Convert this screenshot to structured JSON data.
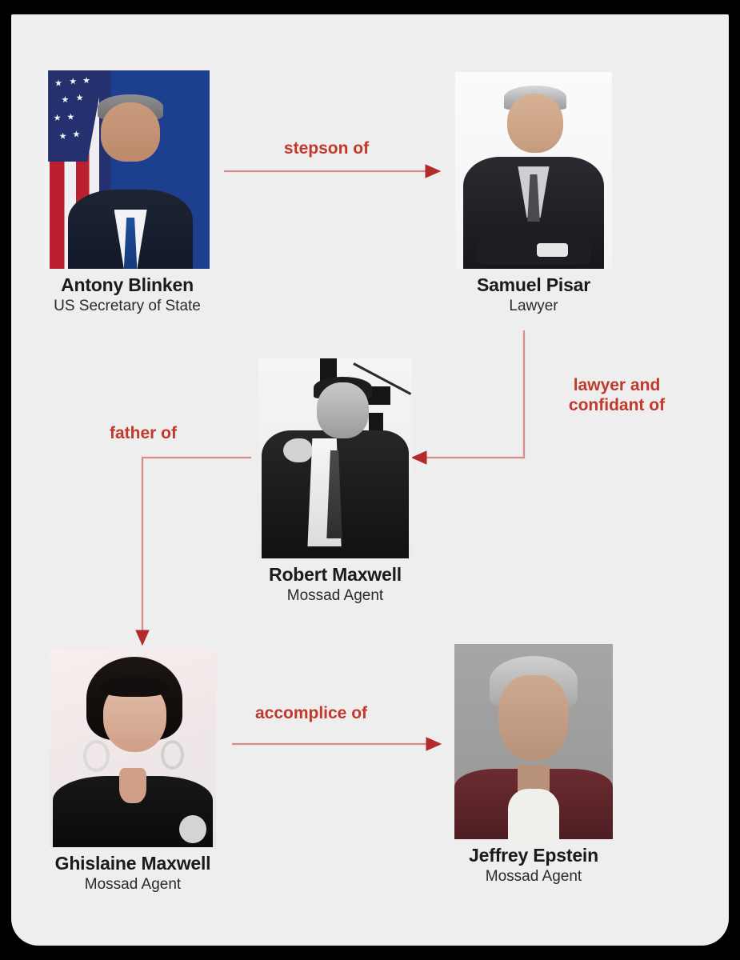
{
  "diagram": {
    "title": "Relationship chart",
    "background_color": "#eeeeee",
    "frame_color": "#000000",
    "accent_color": "#c0392b",
    "edge_line_color": "#d98b8b"
  },
  "nodes": [
    {
      "id": "blinken",
      "name": "Antony Blinken",
      "role": "US Secretary of State",
      "photo_alt": "antony-blinken-portrait"
    },
    {
      "id": "pisar",
      "name": "Samuel Pisar",
      "role": "Lawyer",
      "photo_alt": "samuel-pisar-portrait"
    },
    {
      "id": "robert_maxwell",
      "name": "Robert Maxwell",
      "role": "Mossad Agent",
      "photo_alt": "robert-maxwell-portrait"
    },
    {
      "id": "ghislaine",
      "name": "Ghislaine Maxwell",
      "role": "Mossad Agent",
      "photo_alt": "ghislaine-maxwell-portrait"
    },
    {
      "id": "epstein",
      "name": "Jeffrey Epstein",
      "role": "Mossad Agent",
      "photo_alt": "jeffrey-epstein-portrait"
    }
  ],
  "edges": [
    {
      "id": "e1",
      "from": "blinken",
      "to": "pisar",
      "label": "stepson of"
    },
    {
      "id": "e2",
      "from": "pisar",
      "to": "robert_maxwell",
      "label": "lawyer and\nconfidant of"
    },
    {
      "id": "e3",
      "from": "robert_maxwell",
      "to": "ghislaine",
      "label": "father of"
    },
    {
      "id": "e4",
      "from": "ghislaine",
      "to": "epstein",
      "label": "accomplice of"
    }
  ]
}
